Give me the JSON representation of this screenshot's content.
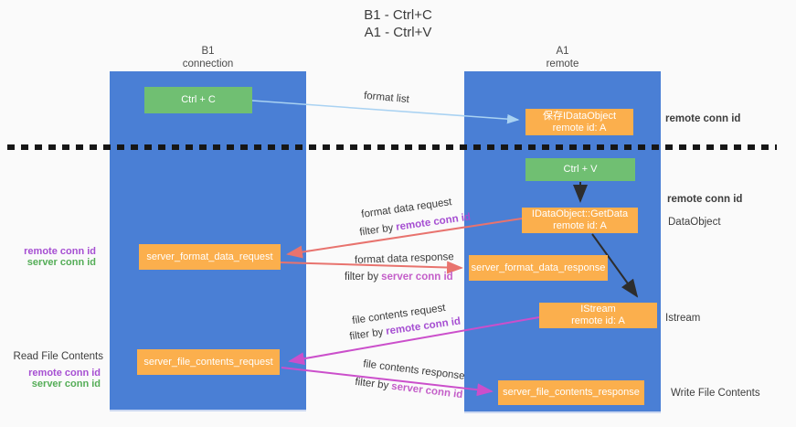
{
  "title": {
    "line1": "B1 - Ctrl+C",
    "line2": "A1 - Ctrl+V"
  },
  "columns": {
    "left": {
      "name": "B1",
      "role": "connection"
    },
    "right": {
      "name": "A1",
      "role": "remote"
    }
  },
  "nodes": {
    "ctrl_c": "Ctrl + C",
    "ctrl_v": "Ctrl + V",
    "save_idataobject": {
      "line1": "保存IDataObject",
      "line2": "remote id: A"
    },
    "getdata": {
      "line1": "IDataObject::GetData",
      "line2": "remote id: A"
    },
    "istream": {
      "line1": "IStream",
      "line2": "remote id: A"
    },
    "format_request": "server_format_data_request",
    "format_response": "server_format_data_response",
    "file_request": "server_file_contents_request",
    "file_response": "server_file_contents_response"
  },
  "edge_labels": {
    "format_list": "format list",
    "format_data_request": "format data request",
    "format_data_response": "format data response",
    "file_contents_request": "file contents request",
    "file_contents_response": "file contents response",
    "filter_by": "filter by"
  },
  "ids": {
    "remote_conn_id": "remote conn id",
    "server_conn_id": "server conn id"
  },
  "side_labels": {
    "dataobject": "DataObject",
    "istream": "Istream",
    "read_file_contents": "Read File Contents",
    "write_file_contents": "Write File Contents"
  },
  "colors": {
    "lane_blue": "#4a7fd5",
    "box_orange": "#fbaf4d",
    "box_green": "#70bf72",
    "remote_conn_id_purple": "#a64fd2",
    "server_conn_id_green": "#54ad57",
    "server_conn_id_orchid": "#c45fc9",
    "arrow_salmon": "#e8736e",
    "arrow_magenta": "#cb4fcb",
    "arrow_lightblue": "#a9d2f2",
    "arrow_black": "#2d2d2d",
    "background": "#fafafa"
  }
}
